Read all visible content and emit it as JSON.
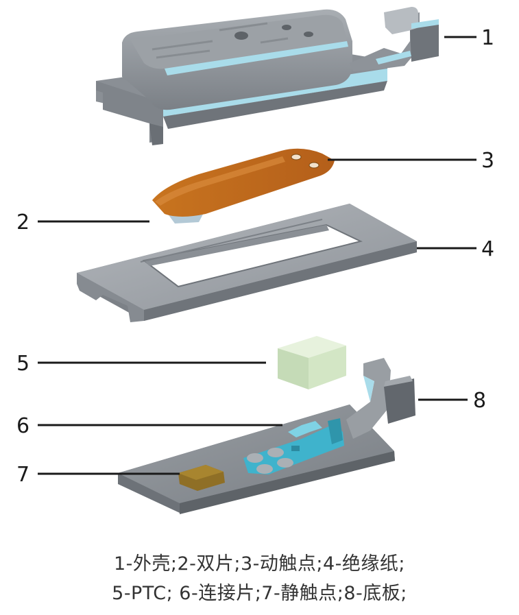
{
  "callouts": [
    {
      "id": "1",
      "label": "1"
    },
    {
      "id": "2",
      "label": "2"
    },
    {
      "id": "3",
      "label": "3"
    },
    {
      "id": "4",
      "label": "4"
    },
    {
      "id": "5",
      "label": "5"
    },
    {
      "id": "6",
      "label": "6"
    },
    {
      "id": "7",
      "label": "7"
    },
    {
      "id": "8",
      "label": "8"
    }
  ],
  "legend": {
    "line1": "1-外壳;2-双片;3-动触点;4-绝缘纸;",
    "line2": "5-PTC; 6-连接片;7-静触点;8-底板;"
  },
  "colors": {
    "housing": "#8f9499",
    "bimetal": "#c46a1e",
    "insulation_paper": "#a3a8ad",
    "ptc": "#d4e6c6",
    "connector": "#3fb3cc",
    "static_contact": "#9a7a2e",
    "base_plate": "#8c9196",
    "highlight": "#a9dcea"
  }
}
